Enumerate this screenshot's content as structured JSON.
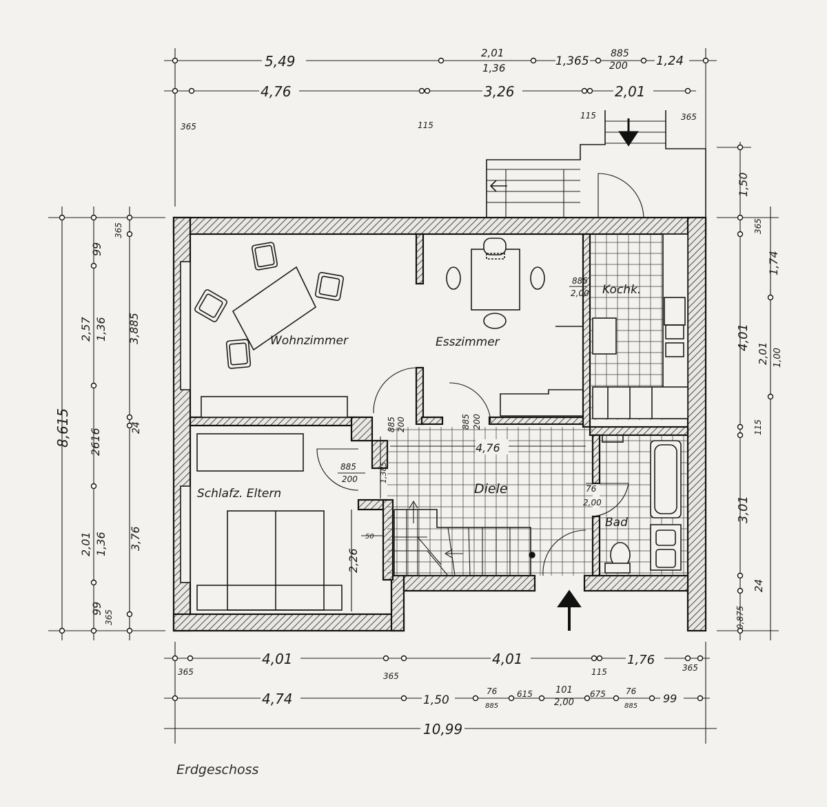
{
  "caption": "Erdgeschoss",
  "rooms": {
    "wohnzimmer": "Wohnzimmer",
    "esszimmer": "Esszimmer",
    "kochk": "Kochk.",
    "schlafz": "Schlafz. Eltern",
    "diele": "Diele",
    "bad": "Bad"
  },
  "dims": {
    "top1": [
      "5,49",
      "2,01",
      "1,36",
      "1,365",
      "885",
      "200",
      "1,24"
    ],
    "top2": [
      "4,76",
      "3,26",
      "2,01"
    ],
    "top_small": [
      "365",
      "115",
      "115",
      "365"
    ],
    "left_outer": "8,615",
    "left_mid": [
      "2,57",
      "1,36",
      "2616",
      "2,01",
      "1,36"
    ],
    "left_inner": [
      "99",
      "365",
      "3,885",
      "24",
      "3,76",
      "99",
      "365"
    ],
    "right": [
      "1,50",
      "365",
      "1,74",
      "4,01",
      "2,01",
      "1,00",
      "115",
      "3,01",
      "24",
      "0,875"
    ],
    "bottom1": [
      "4,01",
      "4,01",
      "1,76"
    ],
    "bottom1_small": [
      "365",
      "365",
      "115",
      "365"
    ],
    "bottom2": [
      "4,74",
      "1,50",
      "76",
      "885",
      "615",
      "101",
      "2,00",
      "675",
      "76",
      "885",
      "99"
    ],
    "bottom_total": "10,99",
    "doors": [
      "885",
      "2,00",
      "885",
      "200",
      "885",
      "200",
      "885",
      "200",
      "1,385",
      "76",
      "2,00"
    ],
    "inner": [
      "4,76",
      "2,26",
      "50"
    ]
  }
}
